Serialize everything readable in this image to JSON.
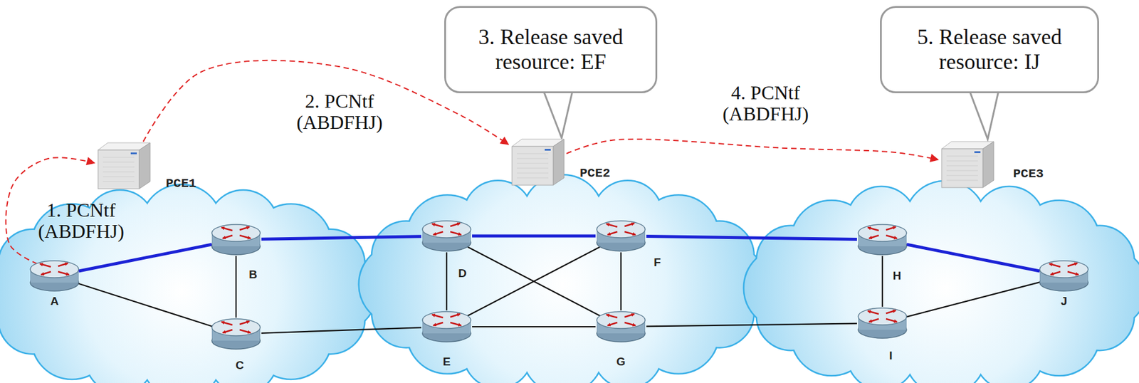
{
  "diagram": {
    "nodes": [
      {
        "text": [
          "3. Release saved resource: EF"
        ]
      },
      {
        "text": [
          "5. Release saved resource: IJ"
        ]
      },
      {
        "text": [
          "PCE1"
        ]
      },
      {
        "text": [
          "PCE2"
        ]
      },
      {
        "text": [
          "PCE3"
        ]
      },
      {
        "text": [
          "A"
        ]
      },
      {
        "text": [
          "B"
        ]
      },
      {
        "text": [
          "C"
        ]
      },
      {
        "text": [
          "D"
        ]
      },
      {
        "text": [
          "E"
        ]
      },
      {
        "text": [
          "F"
        ]
      },
      {
        "text": [
          "G"
        ]
      },
      {
        "text": [
          "H"
        ]
      },
      {
        "text": [
          "I"
        ]
      },
      {
        "text": [
          "J"
        ]
      }
    ],
    "edges": [
      {
        "from": 5,
        "to": 2,
        "arrow": "to",
        "label": "1. PCNtf (ABDFHJ)"
      },
      {
        "from": 2,
        "to": 3,
        "arrow": "to",
        "label": "2. PCNtf (ABDFHJ)"
      },
      {
        "from": 3,
        "to": 4,
        "arrow": "to",
        "label": "4. PCNtf (ABDFHJ)"
      },
      {
        "from": 5,
        "to": 6,
        "arrow": "none"
      },
      {
        "from": 5,
        "to": 7,
        "arrow": "none"
      },
      {
        "from": 6,
        "to": 7,
        "arrow": "none"
      },
      {
        "from": 6,
        "to": 8,
        "arrow": "none"
      },
      {
        "from": 7,
        "to": 9,
        "arrow": "none"
      },
      {
        "from": 8,
        "to": 10,
        "arrow": "none"
      },
      {
        "from": 8,
        "to": 9,
        "arrow": "none"
      },
      {
        "from": 8,
        "to": 11,
        "arrow": "none"
      },
      {
        "from": 9,
        "to": 10,
        "arrow": "none"
      },
      {
        "from": 9,
        "to": 11,
        "arrow": "none"
      },
      {
        "from": 10,
        "to": 11,
        "arrow": "none"
      },
      {
        "from": 10,
        "to": 12,
        "arrow": "none"
      },
      {
        "from": 11,
        "to": 13,
        "arrow": "none"
      },
      {
        "from": 12,
        "to": 13,
        "arrow": "none"
      },
      {
        "from": 12,
        "to": 14,
        "arrow": "none"
      },
      {
        "from": 13,
        "to": 14,
        "arrow": "none"
      }
    ]
  }
}
